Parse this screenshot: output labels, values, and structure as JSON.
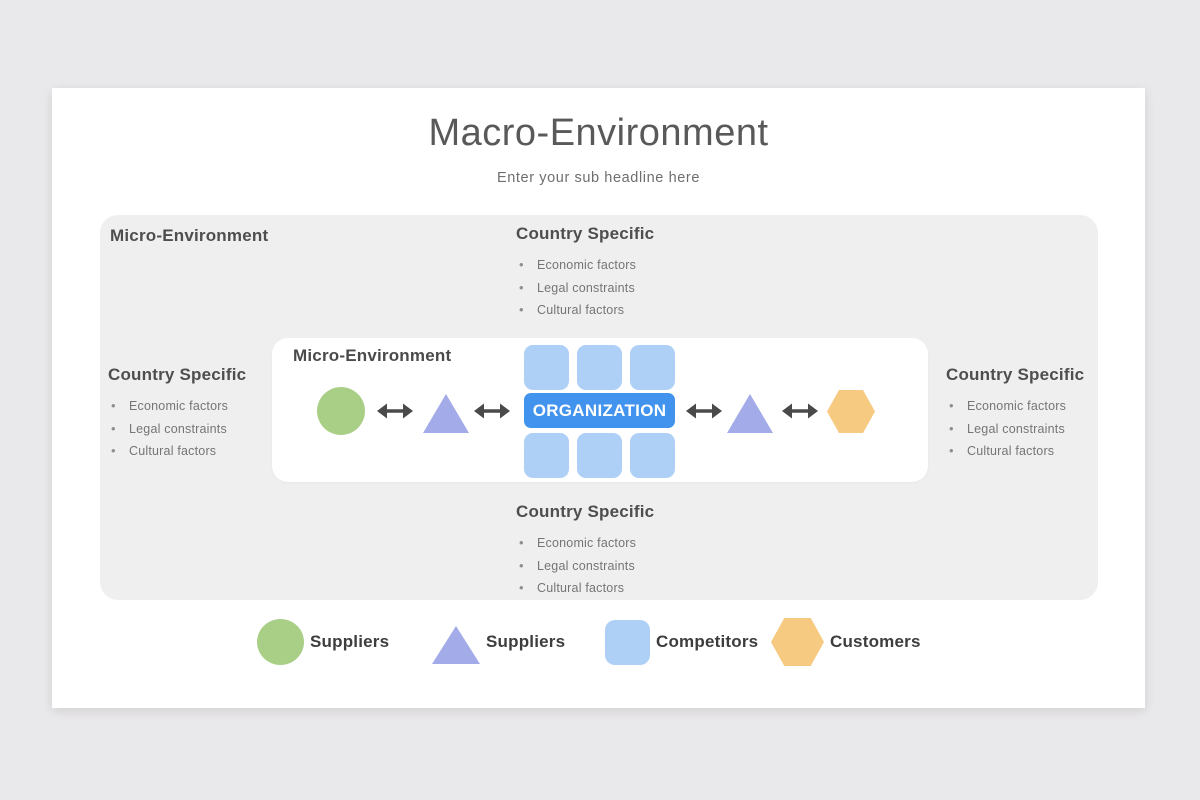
{
  "slide": {
    "title": "Macro-Environment",
    "subtitle": "Enter your sub headline here"
  },
  "macro_panel": {
    "label": "Micro-Environment",
    "blocks": {
      "top": {
        "heading": "Country Specific",
        "bullets": [
          "Economic factors",
          "Legal constraints",
          "Cultural factors"
        ]
      },
      "left": {
        "heading": "Country Specific",
        "bullets": [
          "Economic factors",
          "Legal constraints",
          "Cultural factors"
        ]
      },
      "right": {
        "heading": "Country Specific",
        "bullets": [
          "Economic factors",
          "Legal constraints",
          "Cultural factors"
        ]
      },
      "bottom": {
        "heading": "Country Specific",
        "bullets": [
          "Economic factors",
          "Legal constraints",
          "Cultural factors"
        ]
      }
    }
  },
  "micro_panel": {
    "label": "Micro-Environment",
    "organization_label": "ORGANIZATION"
  },
  "legend": {
    "items": [
      {
        "shape": "circle",
        "label": "Suppliers",
        "color": "#a9cf87"
      },
      {
        "shape": "triangle",
        "label": "Suppliers",
        "color": "#a3abe8"
      },
      {
        "shape": "square",
        "label": "Competitors",
        "color": "#aed0f7"
      },
      {
        "shape": "hexagon",
        "label": "Customers",
        "color": "#f6ca81"
      }
    ]
  },
  "colors": {
    "page_background": "#e9e8ea",
    "slide_background": "#ffffff",
    "panel_background": "#f0eff0",
    "inner_panel_background": "#ffffff",
    "organization_blue": "#4193ee",
    "grid_square_blue": "#aed0f7",
    "circle_green": "#a9cf87",
    "triangle_lavender": "#a3abe8",
    "hexagon_yellow": "#f6ca81",
    "arrow_gray": "#4a4a4a",
    "heading_text": "#4e4e4e",
    "bullet_text": "#757575",
    "title_text": "#595959"
  }
}
